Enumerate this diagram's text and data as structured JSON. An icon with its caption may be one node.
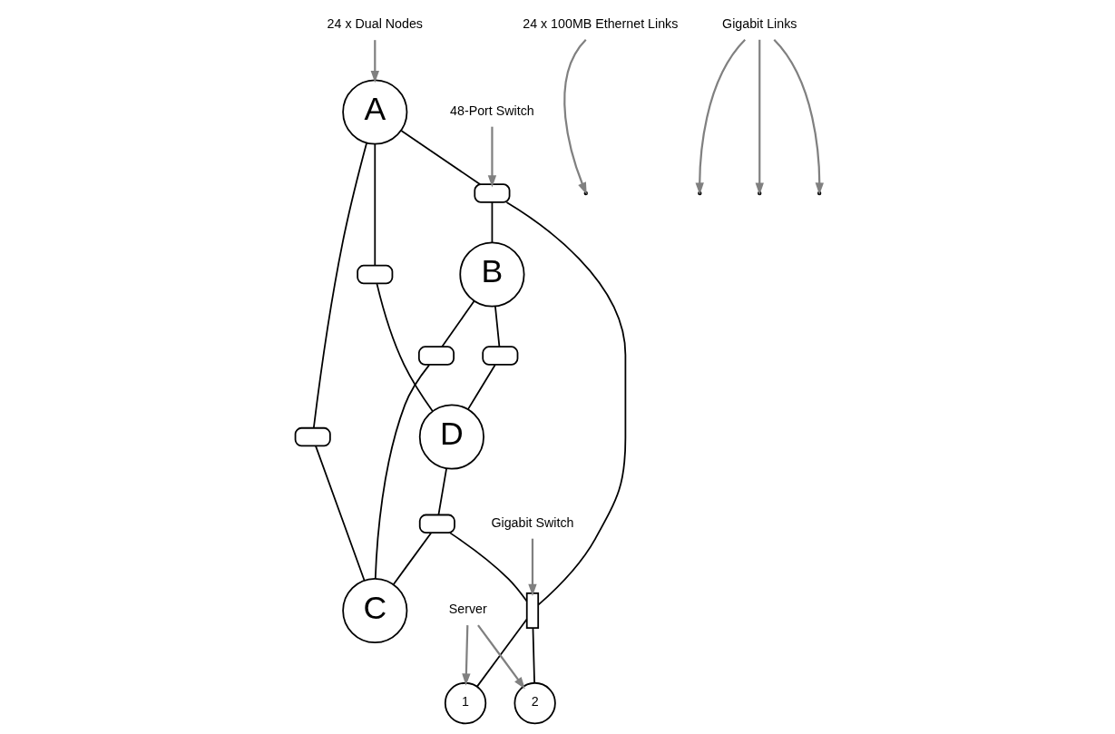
{
  "diagram": {
    "nodes": [
      {
        "text": [
          "A"
        ]
      },
      {
        "text": [
          "B"
        ]
      },
      {
        "text": [
          "C"
        ]
      },
      {
        "text": [
          "D"
        ]
      },
      {
        "text": [],
        "shape": "box"
      },
      {
        "text": [],
        "shape": "box"
      },
      {
        "text": [],
        "shape": "box"
      },
      {
        "text": [],
        "shape": "box"
      },
      {
        "text": [],
        "shape": "box"
      },
      {
        "text": [],
        "shape": "box"
      },
      {
        "text": [],
        "shape": "box"
      },
      {
        "text": [
          "1"
        ]
      },
      {
        "text": [
          "2"
        ]
      },
      {
        "text": [
          "24 x Dual Nodes"
        ]
      },
      {
        "text": [
          "24 x 100MB Ethernet Links"
        ]
      },
      {
        "text": [
          "48-Port Switch"
        ]
      },
      {
        "text": [
          "Gigabit Links"
        ]
      },
      {
        "text": [
          "Gigabit Switch"
        ]
      },
      {
        "text": [
          "Server"
        ]
      }
    ],
    "edges": [
      {
        "from": 0,
        "to": 4,
        "arrow": "none"
      },
      {
        "from": 4,
        "to": 3,
        "arrow": "none"
      },
      {
        "from": 0,
        "to": 5,
        "arrow": "none"
      },
      {
        "from": 5,
        "to": 1,
        "arrow": "none"
      },
      {
        "from": 0,
        "to": 6,
        "arrow": "none"
      },
      {
        "from": 6,
        "to": 2,
        "arrow": "none"
      },
      {
        "from": 1,
        "to": 7,
        "arrow": "none"
      },
      {
        "from": 7,
        "to": 3,
        "arrow": "none"
      },
      {
        "from": 3,
        "to": 8,
        "arrow": "none"
      },
      {
        "from": 8,
        "to": 2,
        "arrow": "none"
      },
      {
        "from": 1,
        "to": 9,
        "arrow": "none"
      },
      {
        "from": 9,
        "to": 2,
        "arrow": "none"
      },
      {
        "from": 5,
        "to": 10,
        "arrow": "none"
      },
      {
        "from": 8,
        "to": 10,
        "arrow": "none"
      },
      {
        "from": 10,
        "to": 11,
        "arrow": "none"
      },
      {
        "from": 10,
        "to": 12,
        "arrow": "none"
      },
      {
        "from": 13,
        "to": 0,
        "arrow": "to",
        "color": "#808080"
      },
      {
        "from": 14,
        "to": null,
        "arrow": "to",
        "color": "#808080"
      },
      {
        "from": 15,
        "to": 5,
        "arrow": "to",
        "color": "#808080"
      },
      {
        "from": 16,
        "to": null,
        "arrow": "to",
        "color": "#808080"
      },
      {
        "from": 16,
        "to": null,
        "arrow": "to",
        "color": "#808080"
      },
      {
        "from": 16,
        "to": null,
        "arrow": "to",
        "color": "#808080"
      },
      {
        "from": 17,
        "to": 10,
        "arrow": "to",
        "color": "#808080"
      },
      {
        "from": 18,
        "to": 11,
        "arrow": "to",
        "color": "#808080"
      },
      {
        "from": 18,
        "to": 12,
        "arrow": "to",
        "color": "#808080"
      }
    ]
  }
}
